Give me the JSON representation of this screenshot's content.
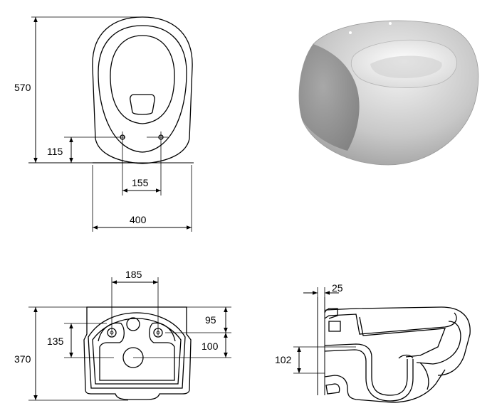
{
  "dimensions": {
    "top_height": "570",
    "top_hole_offset": "115",
    "top_hole_spacing": "155",
    "top_width": "400",
    "rear_hole_spacing": "185",
    "rear_upper_offset": "95",
    "rear_lower_offset": "100",
    "rear_side_offset": "135",
    "rear_height": "370",
    "section_wall": "25",
    "section_outlet": "102"
  },
  "colors": {
    "line": "#000000",
    "shade_dark": "#8c8c8c",
    "shade_light": "#e6e6e6"
  }
}
